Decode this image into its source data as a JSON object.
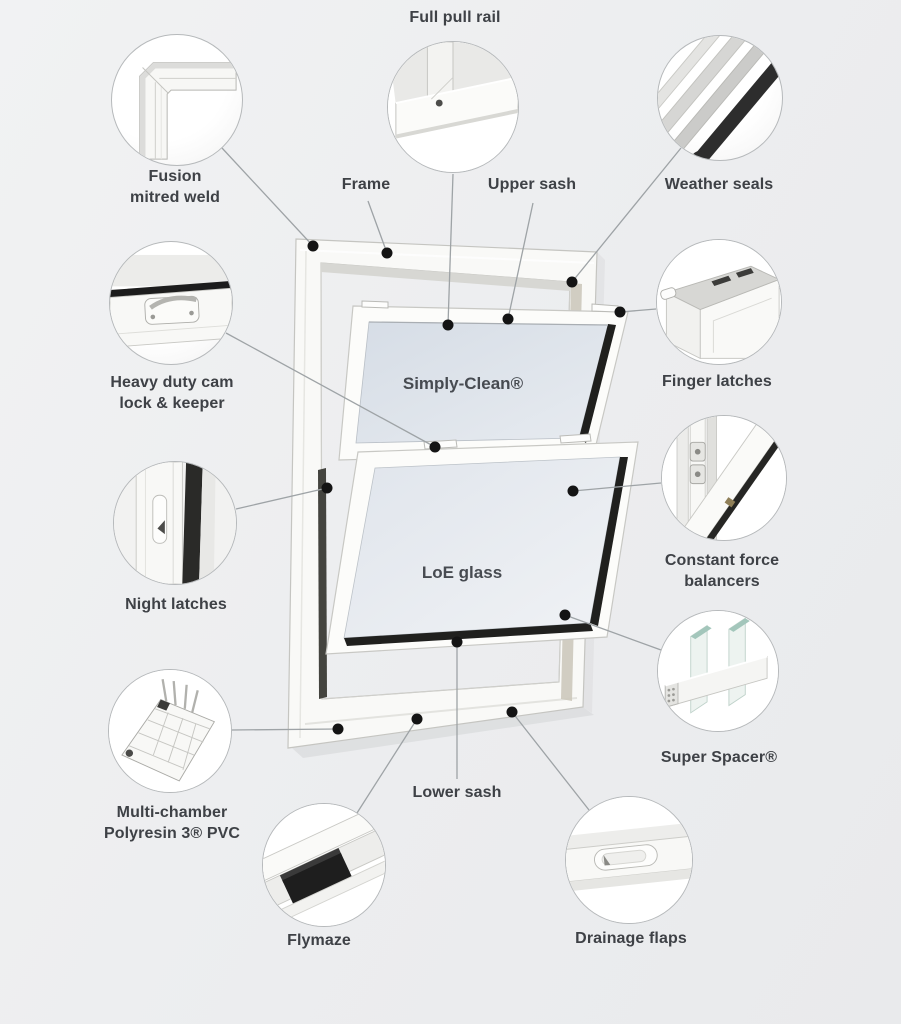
{
  "labels": {
    "full_pull_rail": "Full pull rail",
    "fusion_mitred_weld": "Fusion\nmitred weld",
    "frame": "Frame",
    "upper_sash": "Upper sash",
    "weather_seals": "Weather seals",
    "cam_lock": "Heavy duty cam\nlock & keeper",
    "finger_latches": "Finger latches",
    "night_latches": "Night latches",
    "constant_force": "Constant force\nbalancers",
    "super_spacer": "Super Spacer®",
    "multi_chamber": "Multi-chamber\nPolyresin 3® PVC",
    "lower_sash": "Lower sash",
    "flymaze": "Flymaze",
    "drainage_flaps": "Drainage flaps",
    "simply_clean": "Simply-Clean®",
    "loe_glass": "LoE glass"
  },
  "colors": {
    "background": "#edeef0",
    "label_text": "#3e4146",
    "callout_line": "#9ea3a6",
    "callout_dot": "#141414",
    "frame_white": "#f9f9f7",
    "glass_tint": "#dde3ea",
    "glazing_dark": "#20201e"
  }
}
